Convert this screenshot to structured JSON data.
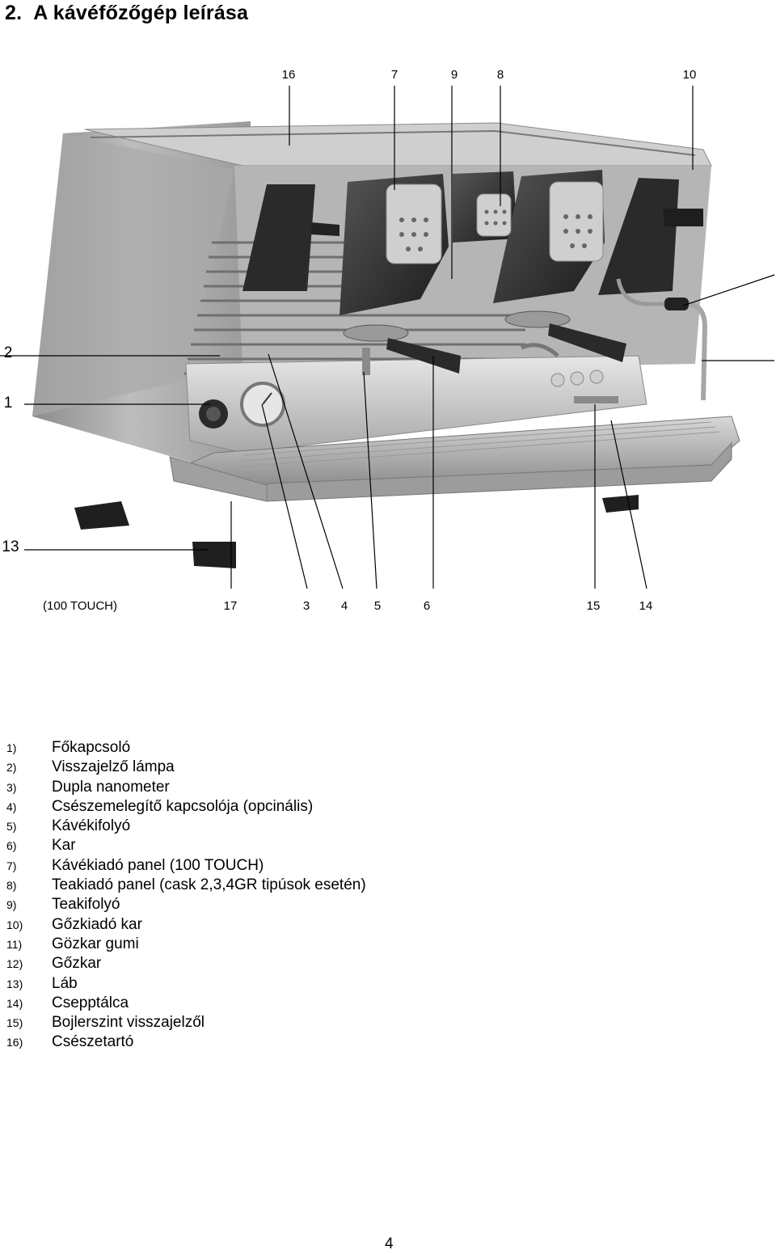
{
  "heading": {
    "number": "2.",
    "title": "A kávéfőzőgép leírása"
  },
  "top_labels": [
    "16",
    "7",
    "9",
    "8",
    "10"
  ],
  "side_labels": [
    "2",
    "1",
    "13"
  ],
  "bottom_labels": [
    "(100 TOUCH)",
    "17",
    "3",
    "4",
    "5",
    "6",
    "15",
    "14"
  ],
  "legend": [
    {
      "n": "1)",
      "t": "Főkapcsoló"
    },
    {
      "n": "2)",
      "t": "Visszajelző lámpa"
    },
    {
      "n": "3)",
      "t": "Dupla nanometer"
    },
    {
      "n": "4)",
      "t": "Csészemelegítő kapcsolója  (opcinális)"
    },
    {
      "n": "5)",
      "t": "Kávékifolyó"
    },
    {
      "n": "6)",
      "t": "Kar"
    },
    {
      "n": "7)",
      "t": "Kávékiadó panel (100 TOUCH)"
    },
    {
      "n": "8)",
      "t": "Teakiadó panel (cask 2,3,4GR tipúsok esetén)"
    },
    {
      "n": "9)",
      "t": "Teakifolyó"
    },
    {
      "n": "10)",
      "t": "Gőzkiadó kar"
    },
    {
      "n": "11)",
      "t": "Gözkar gumi"
    },
    {
      "n": "12)",
      "t": "Gőzkar"
    },
    {
      "n": "13)",
      "t": "Láb"
    },
    {
      "n": "14)",
      "t": "Csepptálca"
    },
    {
      "n": "15)",
      "t": "Bojlerszint visszajelzől"
    },
    {
      "n": "16)",
      "t": "Csészetartó"
    }
  ],
  "page_number": "4"
}
